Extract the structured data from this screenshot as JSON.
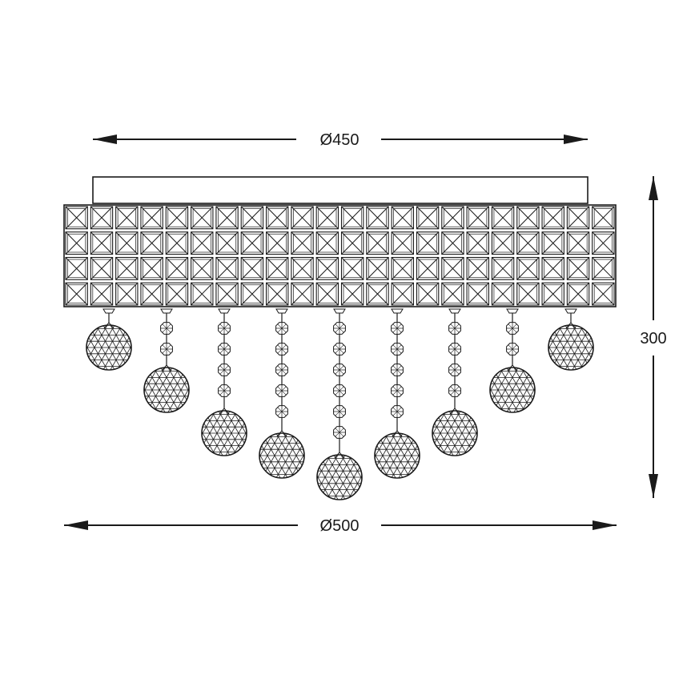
{
  "dimensions": {
    "top_width": "Ø450",
    "bottom_width": "Ø500",
    "height": "300"
  },
  "colors": {
    "line": "#1a1a1a",
    "background": "#ffffff"
  },
  "drawing": {
    "band_rows": 4,
    "band_columns": 22,
    "pendant_count": 9
  }
}
